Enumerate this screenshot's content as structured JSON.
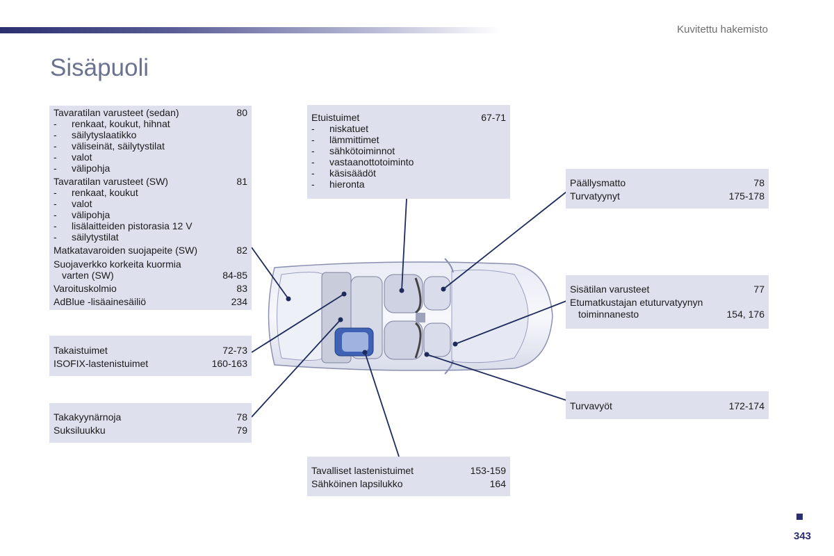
{
  "header": {
    "section": "Kuvitettu hakemisto",
    "title": "Sisäpuoli"
  },
  "boxes": {
    "trunk": {
      "sedan_title": "Tavaratilan varusteet (sedan)",
      "sedan_page": "80",
      "sedan_items": [
        "renkaat, koukut, hihnat",
        "säilytyslaatikko",
        "väliseinät, säilytystilat",
        "valot",
        "välipohja"
      ],
      "sw_title": "Tavaratilan varusteet (SW)",
      "sw_page": "81",
      "sw_items": [
        "renkaat, koukut",
        "valot",
        "välipohja",
        "lisälaitteiden pistorasia 12 V",
        "säilytystilat"
      ],
      "cover_label": "Matkatavaroiden suojapeite (SW)",
      "cover_page": "82",
      "net_line1": "Suojaverkko korkeita kuormia",
      "net_line2": "varten (SW)",
      "net_page": "84-85",
      "triangle_label": "Varoituskolmio",
      "triangle_page": "83",
      "adblue_label": "AdBlue -lisäainesäiliö",
      "adblue_page": "234"
    },
    "rear_seats": {
      "row1_label": "Takaistuimet",
      "row1_page": "72-73",
      "row2_label": "ISOFIX-lastenistuimet",
      "row2_page": "160-163"
    },
    "armrest": {
      "row1_label": "Takakyynärnoja",
      "row1_page": "78",
      "row2_label": "Suksiluukku",
      "row2_page": "79"
    },
    "front_seats": {
      "title": "Etuistuimet",
      "page": "67-71",
      "items": [
        "niskatuet",
        "lämmittimet",
        "sähkötoiminnot",
        "vastaanottotoiminto",
        "käsisäädöt",
        "hieronta"
      ]
    },
    "mat": {
      "row1_label": "Päällysmatto",
      "row1_page": "78",
      "row2_label": "Turvatyynyt",
      "row2_page": "175-178"
    },
    "interior": {
      "row1_label": "Sisätilan varusteet",
      "row1_page": "77",
      "row2_line1": "Etumatkustajan etuturvatyynyn",
      "row2_line2": "toiminnanesto",
      "row2_page": "154, 176"
    },
    "belts": {
      "row1_label": "Turvavyöt",
      "row1_page": "172-174"
    },
    "child_seats": {
      "row1_label": "Tavalliset lastenistuimet",
      "row1_page": "153-159",
      "row2_label": "Sähköinen lapsilukko",
      "row2_page": "164"
    }
  },
  "footer": {
    "page_number": "343"
  }
}
